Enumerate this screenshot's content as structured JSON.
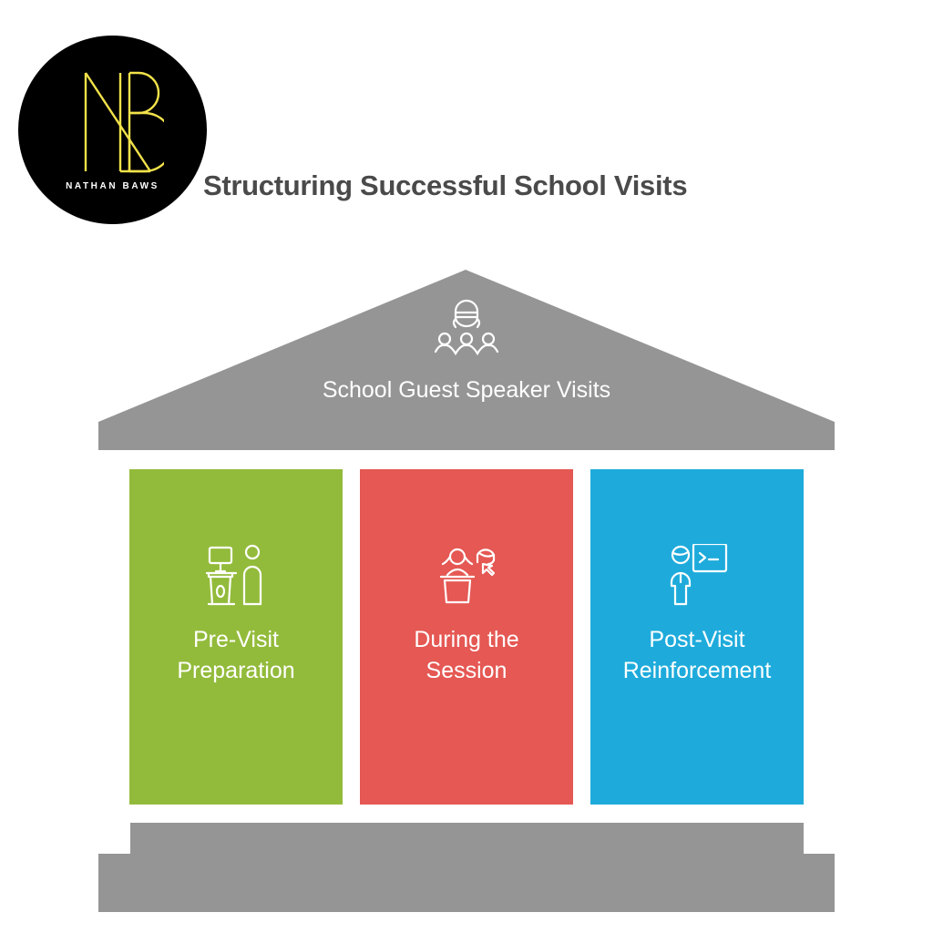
{
  "logo": {
    "monogram": "NB",
    "brand_name": "NATHAN BAWS",
    "colors": {
      "background": "#000000",
      "monogram": "#f2e24a",
      "text": "#ffffff"
    }
  },
  "title": "Structuring Successful School Visits",
  "roof": {
    "label": "School Guest Speaker Visits",
    "icon": "speaker-audience-icon",
    "color": "#959595"
  },
  "pillars": [
    {
      "label_line1": "Pre-Visit",
      "label_line2": "Preparation",
      "icon": "presenter-podium-icon",
      "color": "#93bb3b"
    },
    {
      "label_line1": "During the",
      "label_line2": "Session",
      "icon": "speaker-interaction-icon",
      "color": "#e55853"
    },
    {
      "label_line1": "Post-Visit",
      "label_line2": "Reinforcement",
      "icon": "instructor-terminal-icon",
      "color": "#1eabdb"
    }
  ],
  "base": {
    "color": "#959595"
  },
  "colors": {
    "title_text": "#4a4a4a",
    "label_text": "#ffffff"
  }
}
